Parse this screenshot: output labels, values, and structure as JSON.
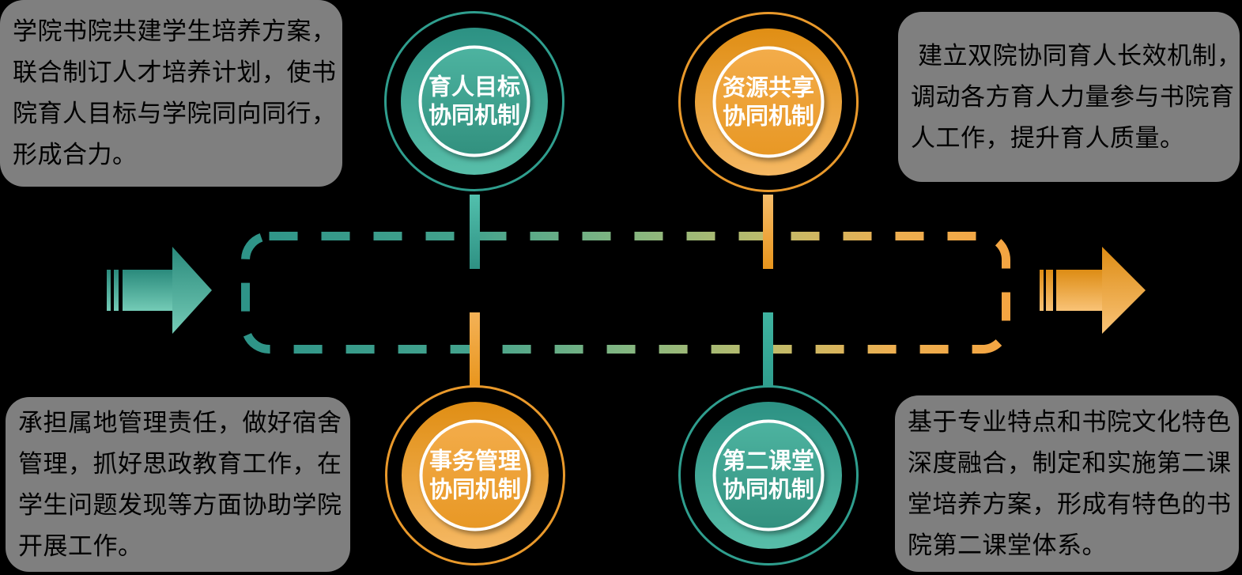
{
  "diagram_title": "",
  "colors": {
    "background": "#000000",
    "teal": "#2F9E8E",
    "orange": "#E9992B",
    "box_gray": "#7F7F7F",
    "box_text": "#000000",
    "circle_text": "#FFFFFF"
  },
  "boxes": {
    "top_left": {
      "lines": [
        "学院书院共建学生培养方案，",
        "联合制订人才培养计划，使书",
        "院育人目标与学院同向同行，",
        "形成合力。"
      ]
    },
    "top_right": {
      "lines": [
        " 建立双院协同育人长效机制，",
        "调动各方育人力量参与书院育",
        "人工作，提升育人质量。"
      ]
    },
    "bottom_left": {
      "lines": [
        "承担属地管理责任，做好宿舍",
        "管理，抓好思政教育工作，在",
        "学生问题发现等方面协助学院",
        "开展工作。"
      ]
    },
    "bottom_right": {
      "lines": [
        "基于专业特点和书院文化特色",
        "深度融合，制定和实施第二课",
        "堂培养方案，形成有特色的书",
        "院第二课堂体系。"
      ]
    }
  },
  "circles": {
    "top_left": {
      "line1": "育人目标",
      "line2": "协同机制",
      "theme": "teal"
    },
    "top_right": {
      "line1": "资源共享",
      "line2": "协同机制",
      "theme": "orange"
    },
    "bottom_left": {
      "line1": "事务管理",
      "line2": "协同机制",
      "theme": "orange"
    },
    "bottom_right": {
      "line1": "第二课堂",
      "line2": "协同机制",
      "theme": "teal"
    }
  },
  "icons": {
    "left_flow_arrow": {
      "name": "striped-right-arrow",
      "theme": "teal"
    },
    "right_flow_arrow": {
      "name": "striped-right-arrow",
      "theme": "orange"
    },
    "dashed_loop": {
      "name": "dashed-rounded-rectangle",
      "gradient": [
        "#2E9488",
        "#F4A542"
      ]
    }
  }
}
